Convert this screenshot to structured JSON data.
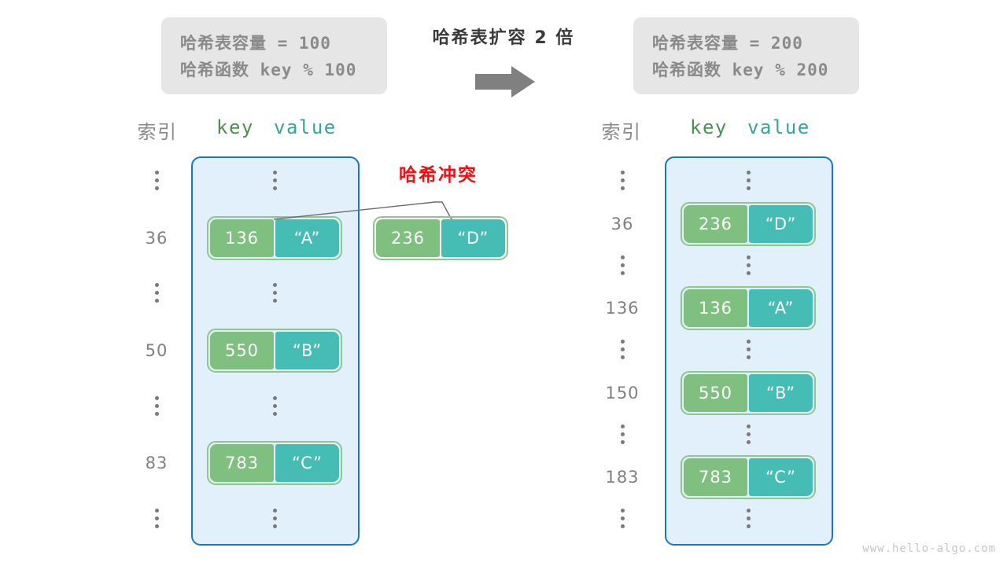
{
  "panels": {
    "left": {
      "info": {
        "capacity_label": "哈希表容量",
        "capacity_line": "哈希表容量 = 100",
        "function_line": "哈希函数 key % 100",
        "capacity_value": "100",
        "hash_function": "key % 100"
      },
      "headers": {
        "index": "索引",
        "key": "key",
        "value": "value"
      },
      "rows": [
        {
          "kind": "ellipsis",
          "index": "⋮"
        },
        {
          "kind": "entry",
          "index": "36",
          "key": "136",
          "value": "“A”"
        },
        {
          "kind": "ellipsis",
          "index": "⋮"
        },
        {
          "kind": "entry",
          "index": "50",
          "key": "550",
          "value": "“B”"
        },
        {
          "kind": "ellipsis",
          "index": "⋮"
        },
        {
          "kind": "entry",
          "index": "83",
          "key": "783",
          "value": "“C”"
        },
        {
          "kind": "ellipsis",
          "index": "⋮"
        }
      ]
    },
    "right": {
      "info": {
        "capacity_label": "哈希表容量",
        "capacity_line": "哈希表容量 = 200",
        "function_line": "哈希函数 key % 200",
        "capacity_value": "200",
        "hash_function": "key % 200"
      },
      "headers": {
        "index": "索引",
        "key": "key",
        "value": "value"
      },
      "rows": [
        {
          "kind": "ellipsis",
          "index": "⋮"
        },
        {
          "kind": "entry",
          "index": "36",
          "key": "236",
          "value": "“D”"
        },
        {
          "kind": "ellipsis",
          "index": "⋮"
        },
        {
          "kind": "entry",
          "index": "136",
          "key": "136",
          "value": "“A”"
        },
        {
          "kind": "ellipsis",
          "index": "⋮"
        },
        {
          "kind": "entry",
          "index": "150",
          "key": "550",
          "value": "“B”"
        },
        {
          "kind": "ellipsis",
          "index": "⋮"
        },
        {
          "kind": "entry",
          "index": "183",
          "key": "783",
          "value": "“C”"
        },
        {
          "kind": "ellipsis",
          "index": "⋮"
        }
      ]
    }
  },
  "center": {
    "title": "哈希表扩容 2 倍",
    "factor": "2",
    "arrow": "right-arrow-icon"
  },
  "collision": {
    "label": "哈希冲突",
    "pair": {
      "key": "236",
      "value": "“D”"
    }
  },
  "watermark": "www.hello-algo.com",
  "colors": {
    "table_fill": "#e2f0fb",
    "table_border": "#1877c4",
    "key_fill": "#7fbf80",
    "value_fill": "#45bcb4",
    "pair_border": "#8dc78c",
    "info_fill": "#e6e6e6",
    "info_text": "#8a8a8a",
    "index_text": "#808080",
    "key_head": "#4a9152",
    "value_head": "#37a39c",
    "collision_red": "#ee1111",
    "arrow_gray": "#808080",
    "watermark_gray": "#c6c6c6"
  }
}
